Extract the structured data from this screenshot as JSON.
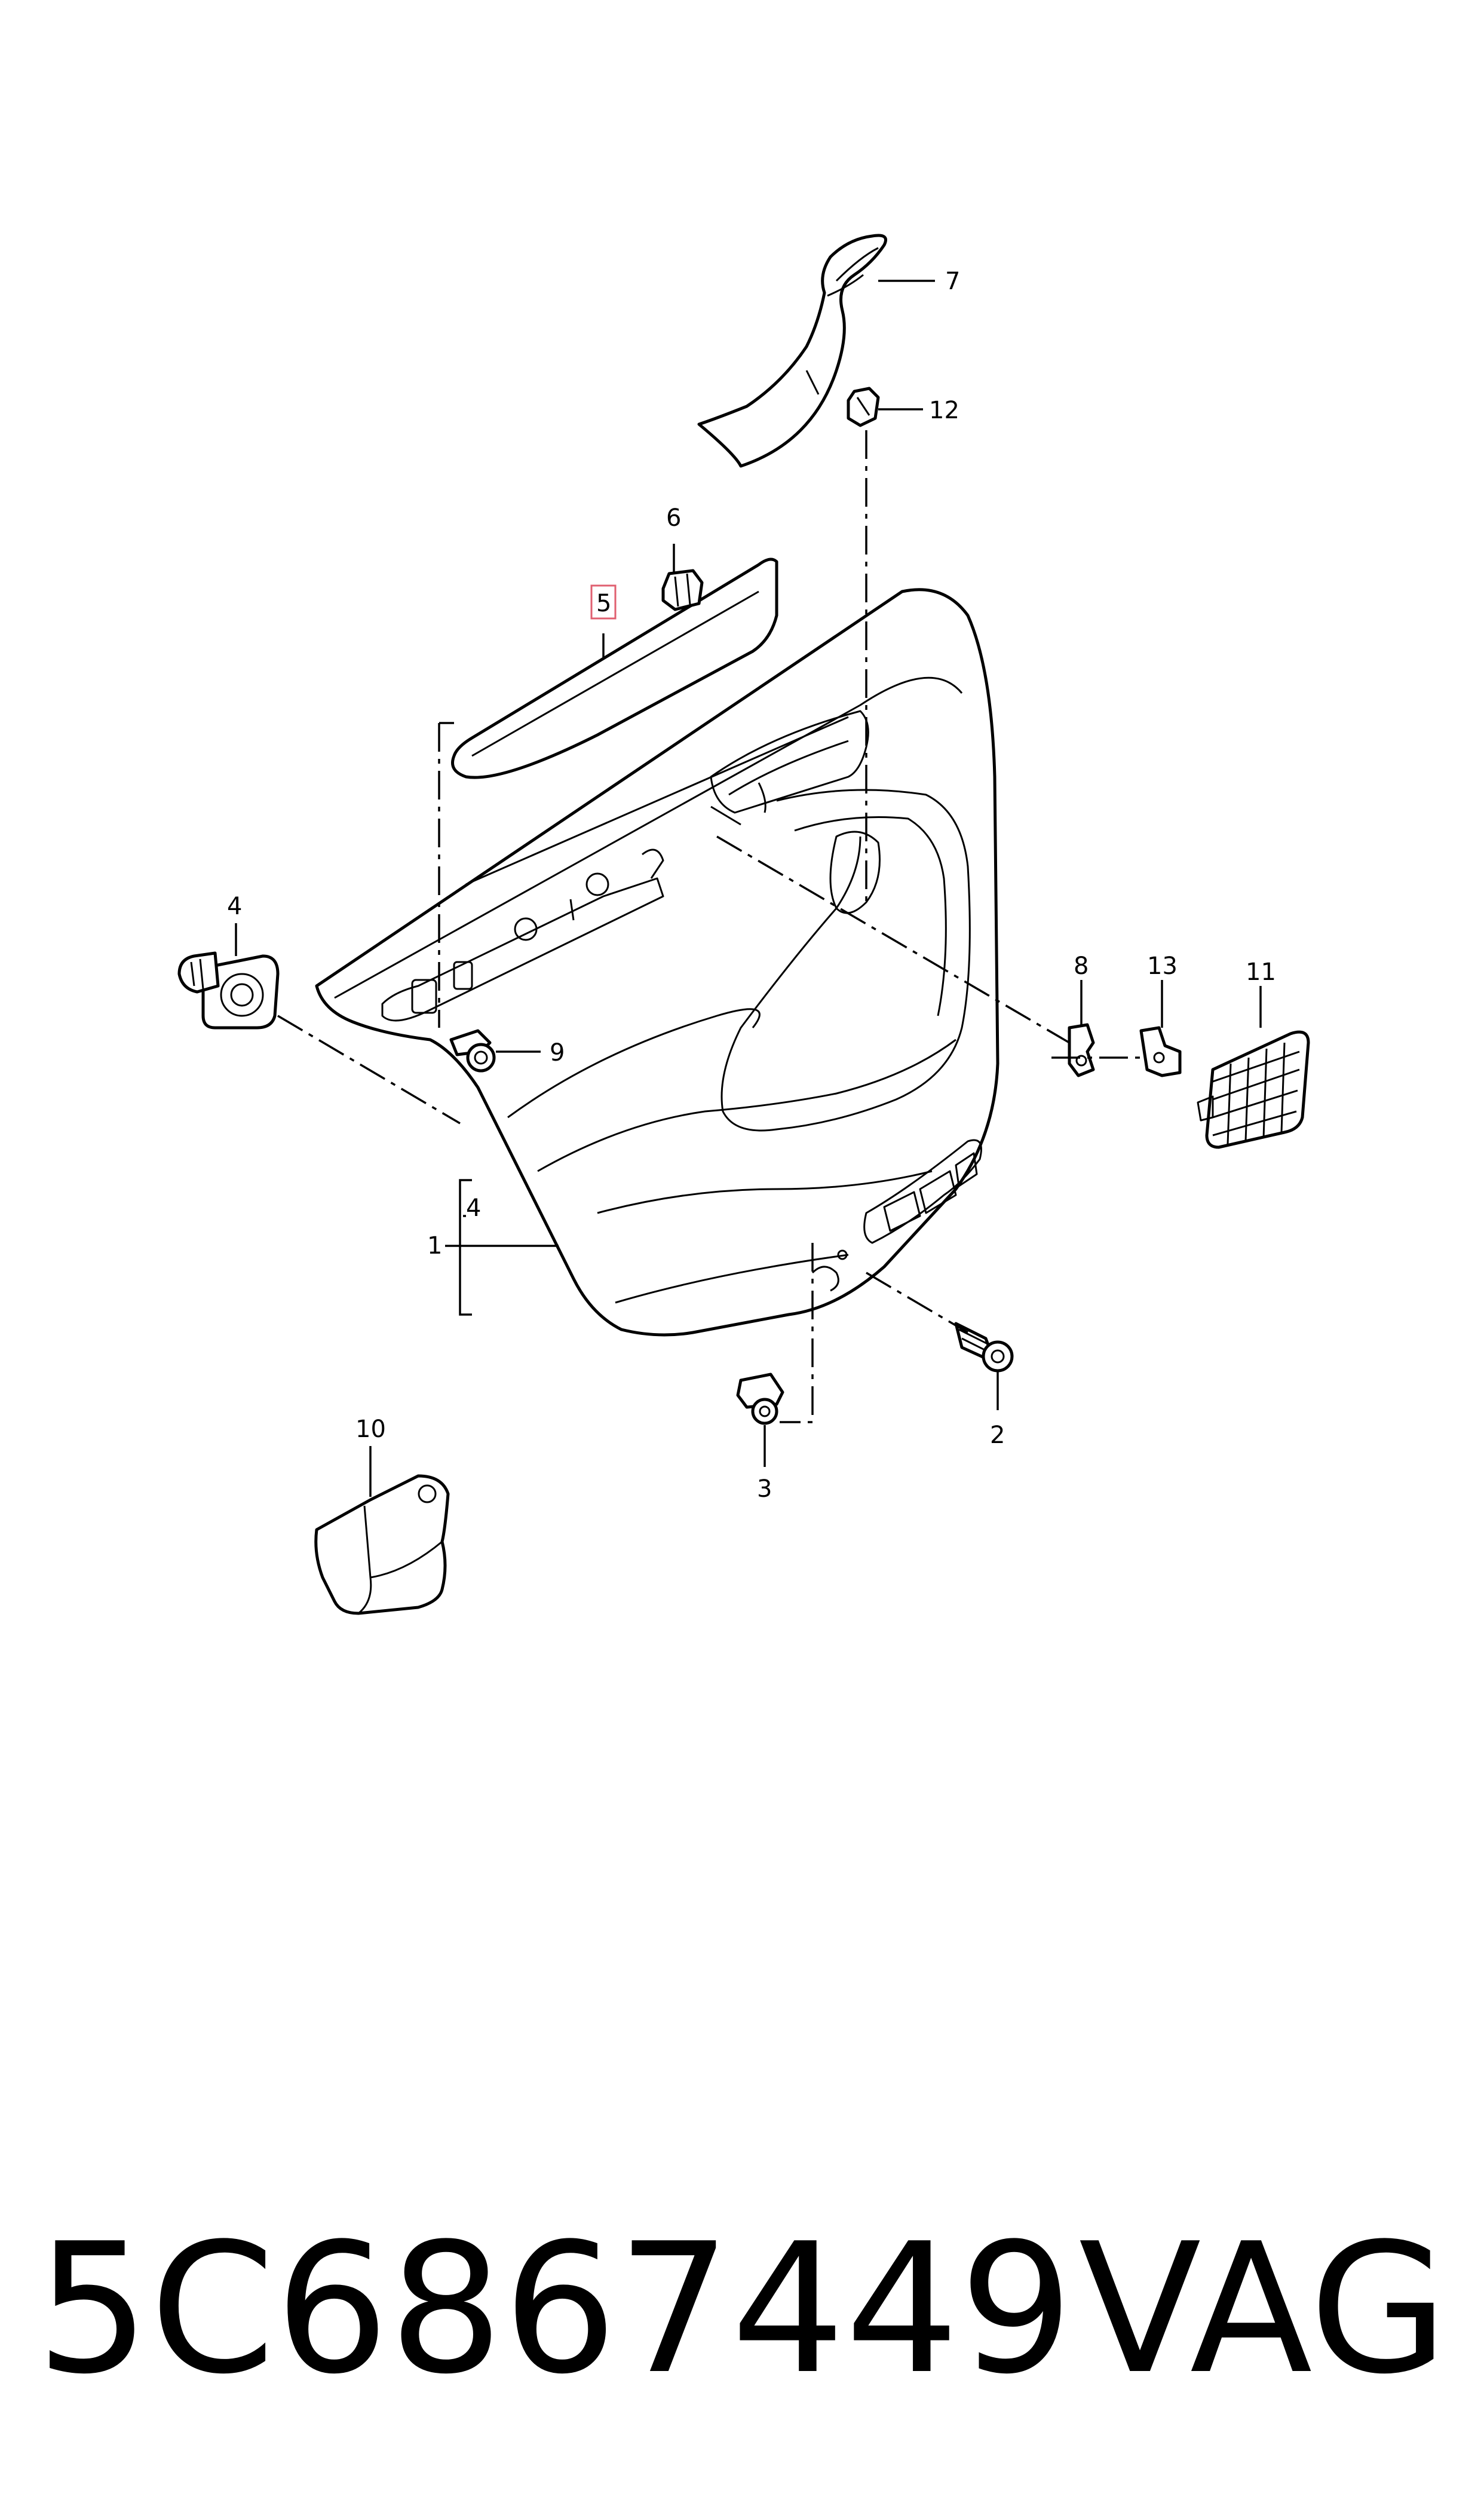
{
  "callouts": [
    {
      "id": "1",
      "label": "1"
    },
    {
      "id": "2",
      "label": "2"
    },
    {
      "id": "3",
      "label": "3"
    },
    {
      "id": "4",
      "label": "4"
    },
    {
      "id": "4b",
      "label": "4"
    },
    {
      "id": "5",
      "label": "5",
      "highlighted": true
    },
    {
      "id": "6",
      "label": "6"
    },
    {
      "id": "7",
      "label": "7"
    },
    {
      "id": "8",
      "label": "8"
    },
    {
      "id": "9",
      "label": "9"
    },
    {
      "id": "10",
      "label": "10"
    },
    {
      "id": "11",
      "label": "11"
    },
    {
      "id": "12",
      "label": "12"
    },
    {
      "id": "13",
      "label": "13"
    }
  ],
  "footer": {
    "part_number": "5C6867449",
    "brand": "VAG"
  },
  "colors": {
    "line": "#000000",
    "background": "#ffffff",
    "highlight_box": "#e06070"
  }
}
